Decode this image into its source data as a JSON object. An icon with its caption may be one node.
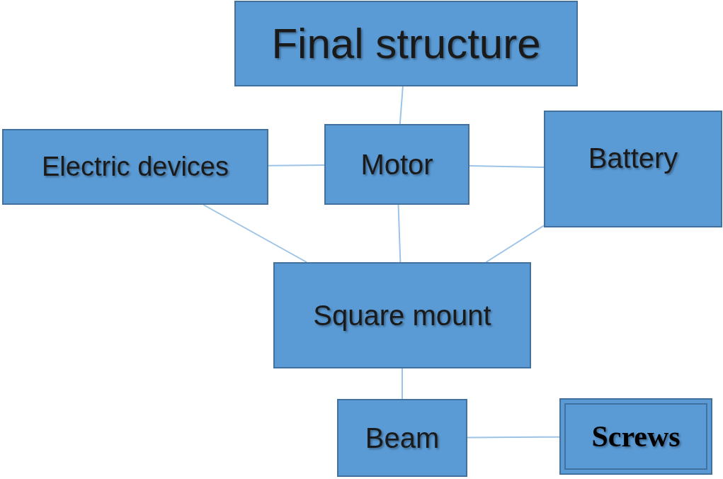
{
  "diagram": {
    "nodes": [
      {
        "text": [
          "Final structure"
        ]
      },
      {
        "text": [
          "Electric devices"
        ]
      },
      {
        "text": [
          "Motor"
        ]
      },
      {
        "text": [
          "Battery"
        ]
      },
      {
        "text": [
          "Square mount"
        ]
      },
      {
        "text": [
          "Beam"
        ]
      },
      {
        "text": [
          "Screws"
        ]
      }
    ],
    "edges": [
      {
        "from": 0,
        "to": 2,
        "arrow": "none"
      },
      {
        "from": 1,
        "to": 2,
        "arrow": "none"
      },
      {
        "from": 2,
        "to": 3,
        "arrow": "none"
      },
      {
        "from": 1,
        "to": 4,
        "arrow": "none"
      },
      {
        "from": 2,
        "to": 4,
        "arrow": "none"
      },
      {
        "from": 3,
        "to": 4,
        "arrow": "none"
      },
      {
        "from": 4,
        "to": 5,
        "arrow": "none"
      },
      {
        "from": 5,
        "to": 6,
        "arrow": "none"
      }
    ]
  }
}
